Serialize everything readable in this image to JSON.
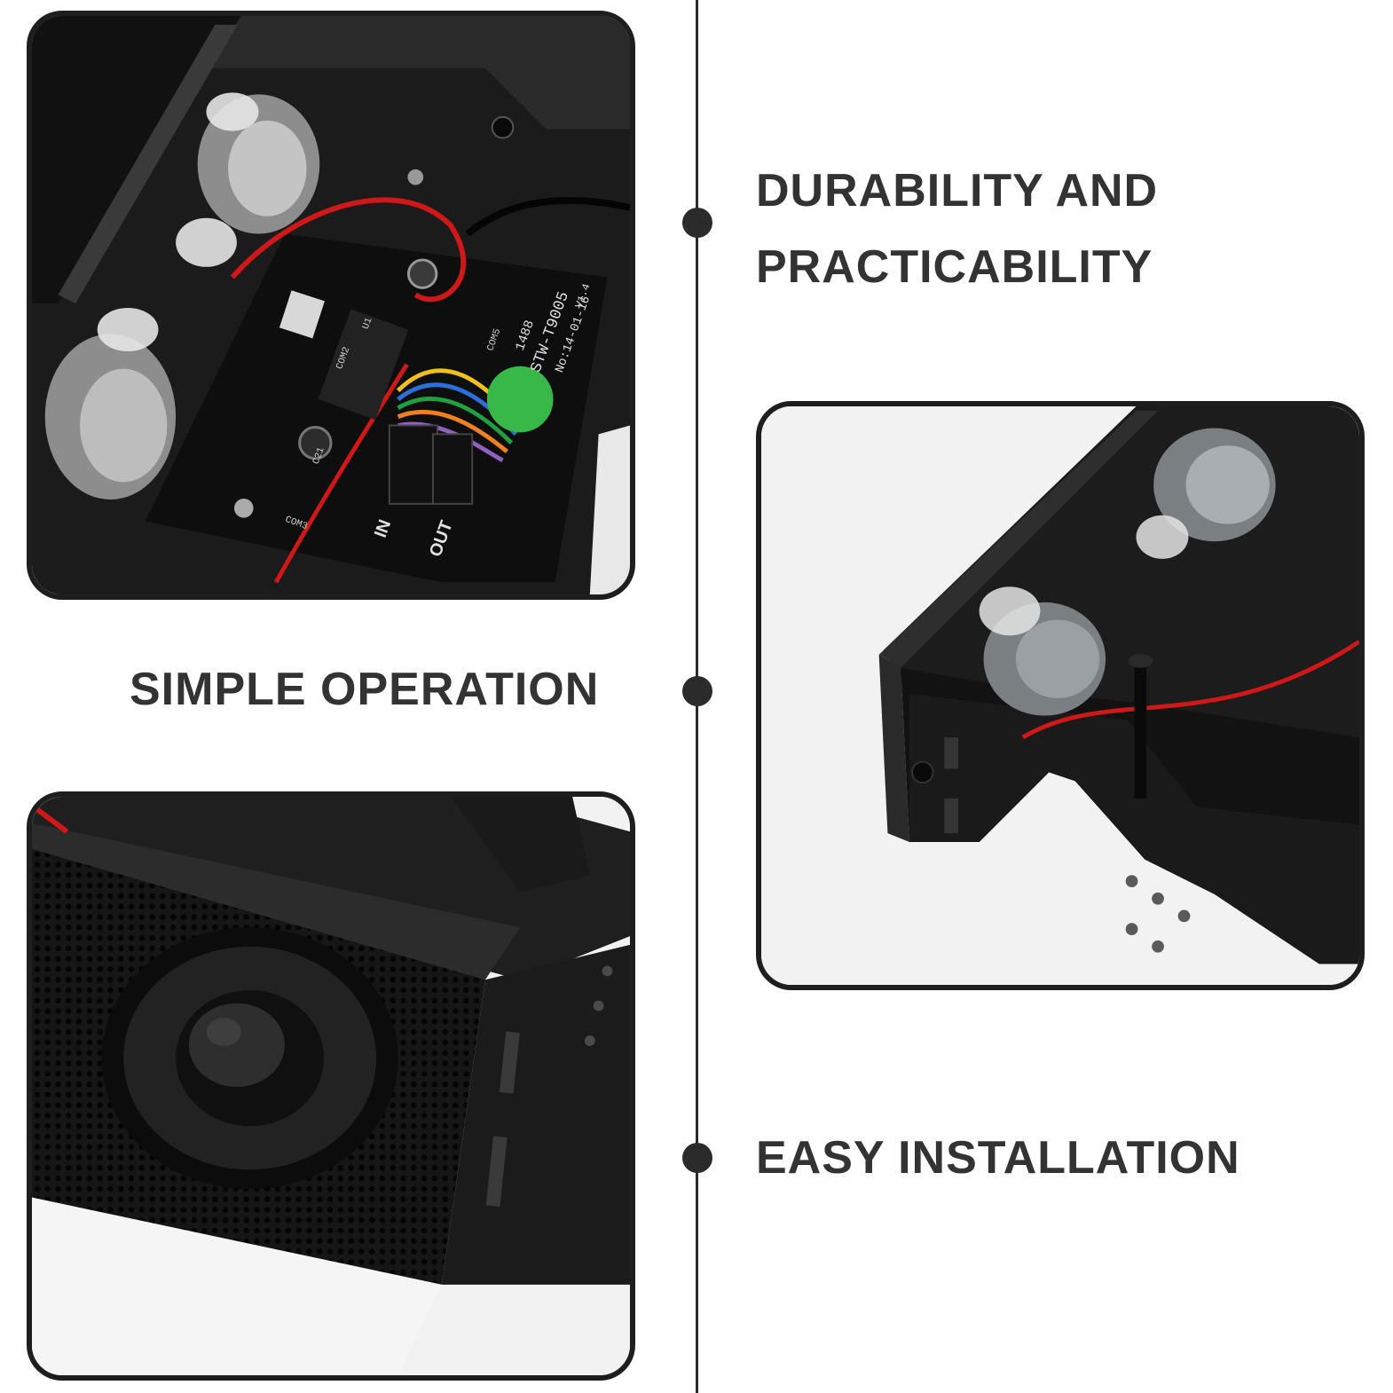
{
  "features": {
    "durability": {
      "line1": "DURABILITY AND",
      "line2": "PRACTICABILITY"
    },
    "simple_operation": "SIMPLE OPERATION",
    "easy_installation": "EASY INSTALLATION"
  },
  "board_labels": {
    "in": "IN",
    "out": "OUT",
    "model": "STW-T9005",
    "version": "V1.4",
    "date": "No:14-01-16",
    "com2": "COM2",
    "com3": "COM3",
    "com5": "COM5",
    "u1": "U1",
    "c21": "C21",
    "code": "1488"
  },
  "colors": {
    "text": "#333333",
    "timeline": "#2b2b2b",
    "frame": "#1e1e1e",
    "wire_red": "#d01818",
    "casing": "#161616"
  }
}
